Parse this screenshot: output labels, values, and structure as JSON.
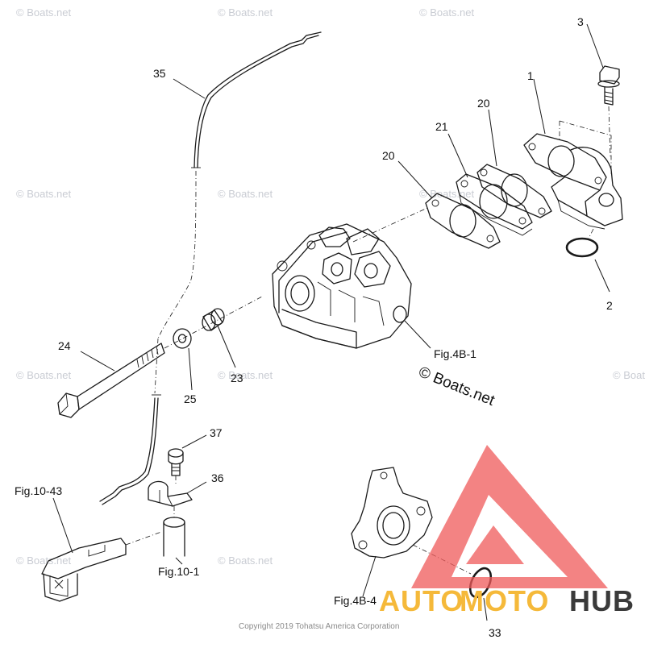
{
  "callouts": {
    "p1": "1",
    "p2": "2",
    "p3": "3",
    "p20a": "20",
    "p20b": "20",
    "p21": "21",
    "p23": "23",
    "p24": "24",
    "p25": "25",
    "p33": "33",
    "p35": "35",
    "p36": "36",
    "p37": "37"
  },
  "references": {
    "fig_4b1": "Fig.4B-1",
    "fig_4b4": "Fig.4B-4",
    "fig_10_43": "Fig.10-43",
    "fig_10_1": "Fig.10-1"
  },
  "watermark": {
    "text": "© Boats.net",
    "main_text": "© Boats.net"
  },
  "copyright": "Copyright 2019 Tohatsu America Corporation",
  "logo": {
    "text_auto": "AUTO",
    "text_moto": "MOTO",
    "text_hub": "HUB",
    "color_red": "#ef5a5a",
    "color_orange": "#f5b93a",
    "color_dark": "#3a3a3a"
  }
}
